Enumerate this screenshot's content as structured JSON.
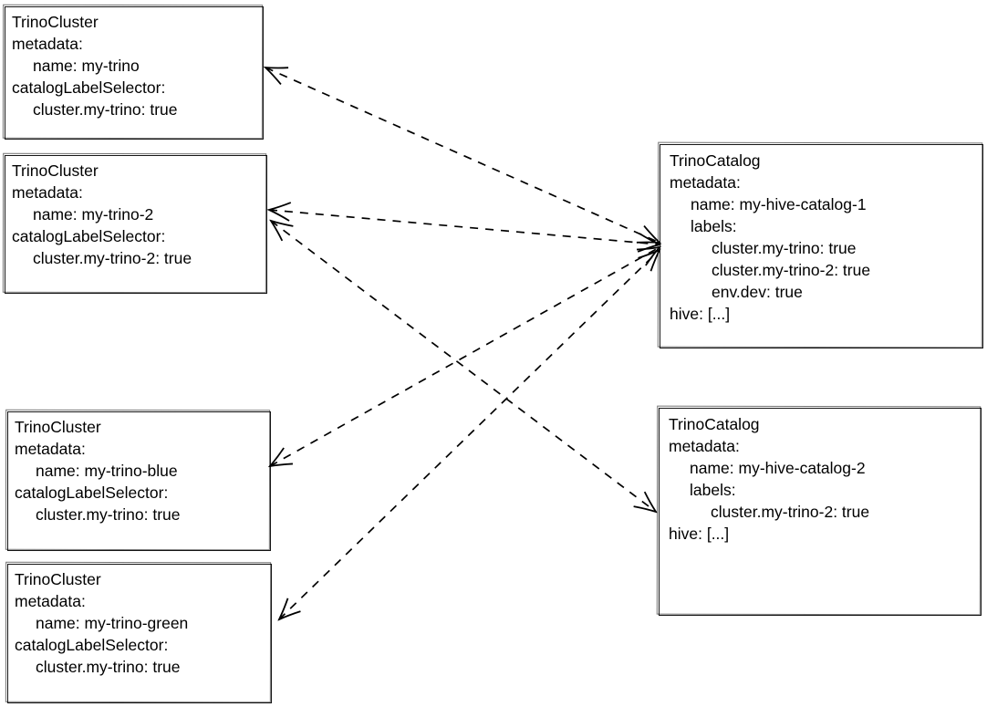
{
  "canvas": {
    "background_color": "#ffffff",
    "stroke_color": "#000000"
  },
  "diagram": {
    "nodes": [
      {
        "id": "trinocluster-my-trino",
        "kind": "TrinoCluster",
        "lines": [
          {
            "indent": 0,
            "text": "TrinoCluster"
          },
          {
            "indent": 0,
            "text": "metadata:"
          },
          {
            "indent": 1,
            "text": "name: my-trino"
          },
          {
            "indent": 0,
            "text": "catalogLabelSelector:"
          },
          {
            "indent": 1,
            "text": "cluster.my-trino: true"
          }
        ]
      },
      {
        "id": "trinocluster-my-trino-2",
        "kind": "TrinoCluster",
        "lines": [
          {
            "indent": 0,
            "text": "TrinoCluster"
          },
          {
            "indent": 0,
            "text": "metadata:"
          },
          {
            "indent": 1,
            "text": "name: my-trino-2"
          },
          {
            "indent": 0,
            "text": "catalogLabelSelector:"
          },
          {
            "indent": 1,
            "text": "cluster.my-trino-2: true"
          }
        ]
      },
      {
        "id": "trinocluster-my-trino-blue",
        "kind": "TrinoCluster",
        "lines": [
          {
            "indent": 0,
            "text": "TrinoCluster"
          },
          {
            "indent": 0,
            "text": "metadata:"
          },
          {
            "indent": 1,
            "text": "name: my-trino-blue"
          },
          {
            "indent": 0,
            "text": "catalogLabelSelector:"
          },
          {
            "indent": 1,
            "text": "cluster.my-trino: true"
          }
        ]
      },
      {
        "id": "trinocluster-my-trino-green",
        "kind": "TrinoCluster",
        "lines": [
          {
            "indent": 0,
            "text": "TrinoCluster"
          },
          {
            "indent": 0,
            "text": "metadata:"
          },
          {
            "indent": 1,
            "text": "name: my-trino-green"
          },
          {
            "indent": 0,
            "text": "catalogLabelSelector:"
          },
          {
            "indent": 1,
            "text": "cluster.my-trino: true"
          }
        ]
      },
      {
        "id": "trinocatalog-my-hive-catalog-1",
        "kind": "TrinoCatalog",
        "lines": [
          {
            "indent": 0,
            "text": "TrinoCatalog"
          },
          {
            "indent": 0,
            "text": "metadata:"
          },
          {
            "indent": 1,
            "text": "name: my-hive-catalog-1"
          },
          {
            "indent": 1,
            "text": "labels:"
          },
          {
            "indent": 2,
            "text": "cluster.my-trino: true"
          },
          {
            "indent": 2,
            "text": "cluster.my-trino-2: true"
          },
          {
            "indent": 2,
            "text": "env.dev: true"
          },
          {
            "indent": 0,
            "text": "hive: [...]"
          }
        ]
      },
      {
        "id": "trinocatalog-my-hive-catalog-2",
        "kind": "TrinoCatalog",
        "lines": [
          {
            "indent": 0,
            "text": "TrinoCatalog"
          },
          {
            "indent": 0,
            "text": "metadata:"
          },
          {
            "indent": 1,
            "text": "name: my-hive-catalog-2"
          },
          {
            "indent": 1,
            "text": "labels:"
          },
          {
            "indent": 2,
            "text": "cluster.my-trino-2: true"
          },
          {
            "indent": 0,
            "text": "hive: [...]"
          }
        ]
      }
    ],
    "edges": [
      {
        "from": "trinocatalog-my-hive-catalog-1",
        "to": "trinocluster-my-trino",
        "line_style": "dashed",
        "arrowheads": "both"
      },
      {
        "from": "trinocatalog-my-hive-catalog-1",
        "to": "trinocluster-my-trino-2",
        "line_style": "dashed",
        "arrowheads": "both"
      },
      {
        "from": "trinocatalog-my-hive-catalog-1",
        "to": "trinocluster-my-trino-blue",
        "line_style": "dashed",
        "arrowheads": "both"
      },
      {
        "from": "trinocatalog-my-hive-catalog-1",
        "to": "trinocluster-my-trino-green",
        "line_style": "dashed",
        "arrowheads": "both"
      },
      {
        "from": "trinocatalog-my-hive-catalog-2",
        "to": "trinocluster-my-trino-2",
        "line_style": "dashed",
        "arrowheads": "both"
      }
    ]
  }
}
